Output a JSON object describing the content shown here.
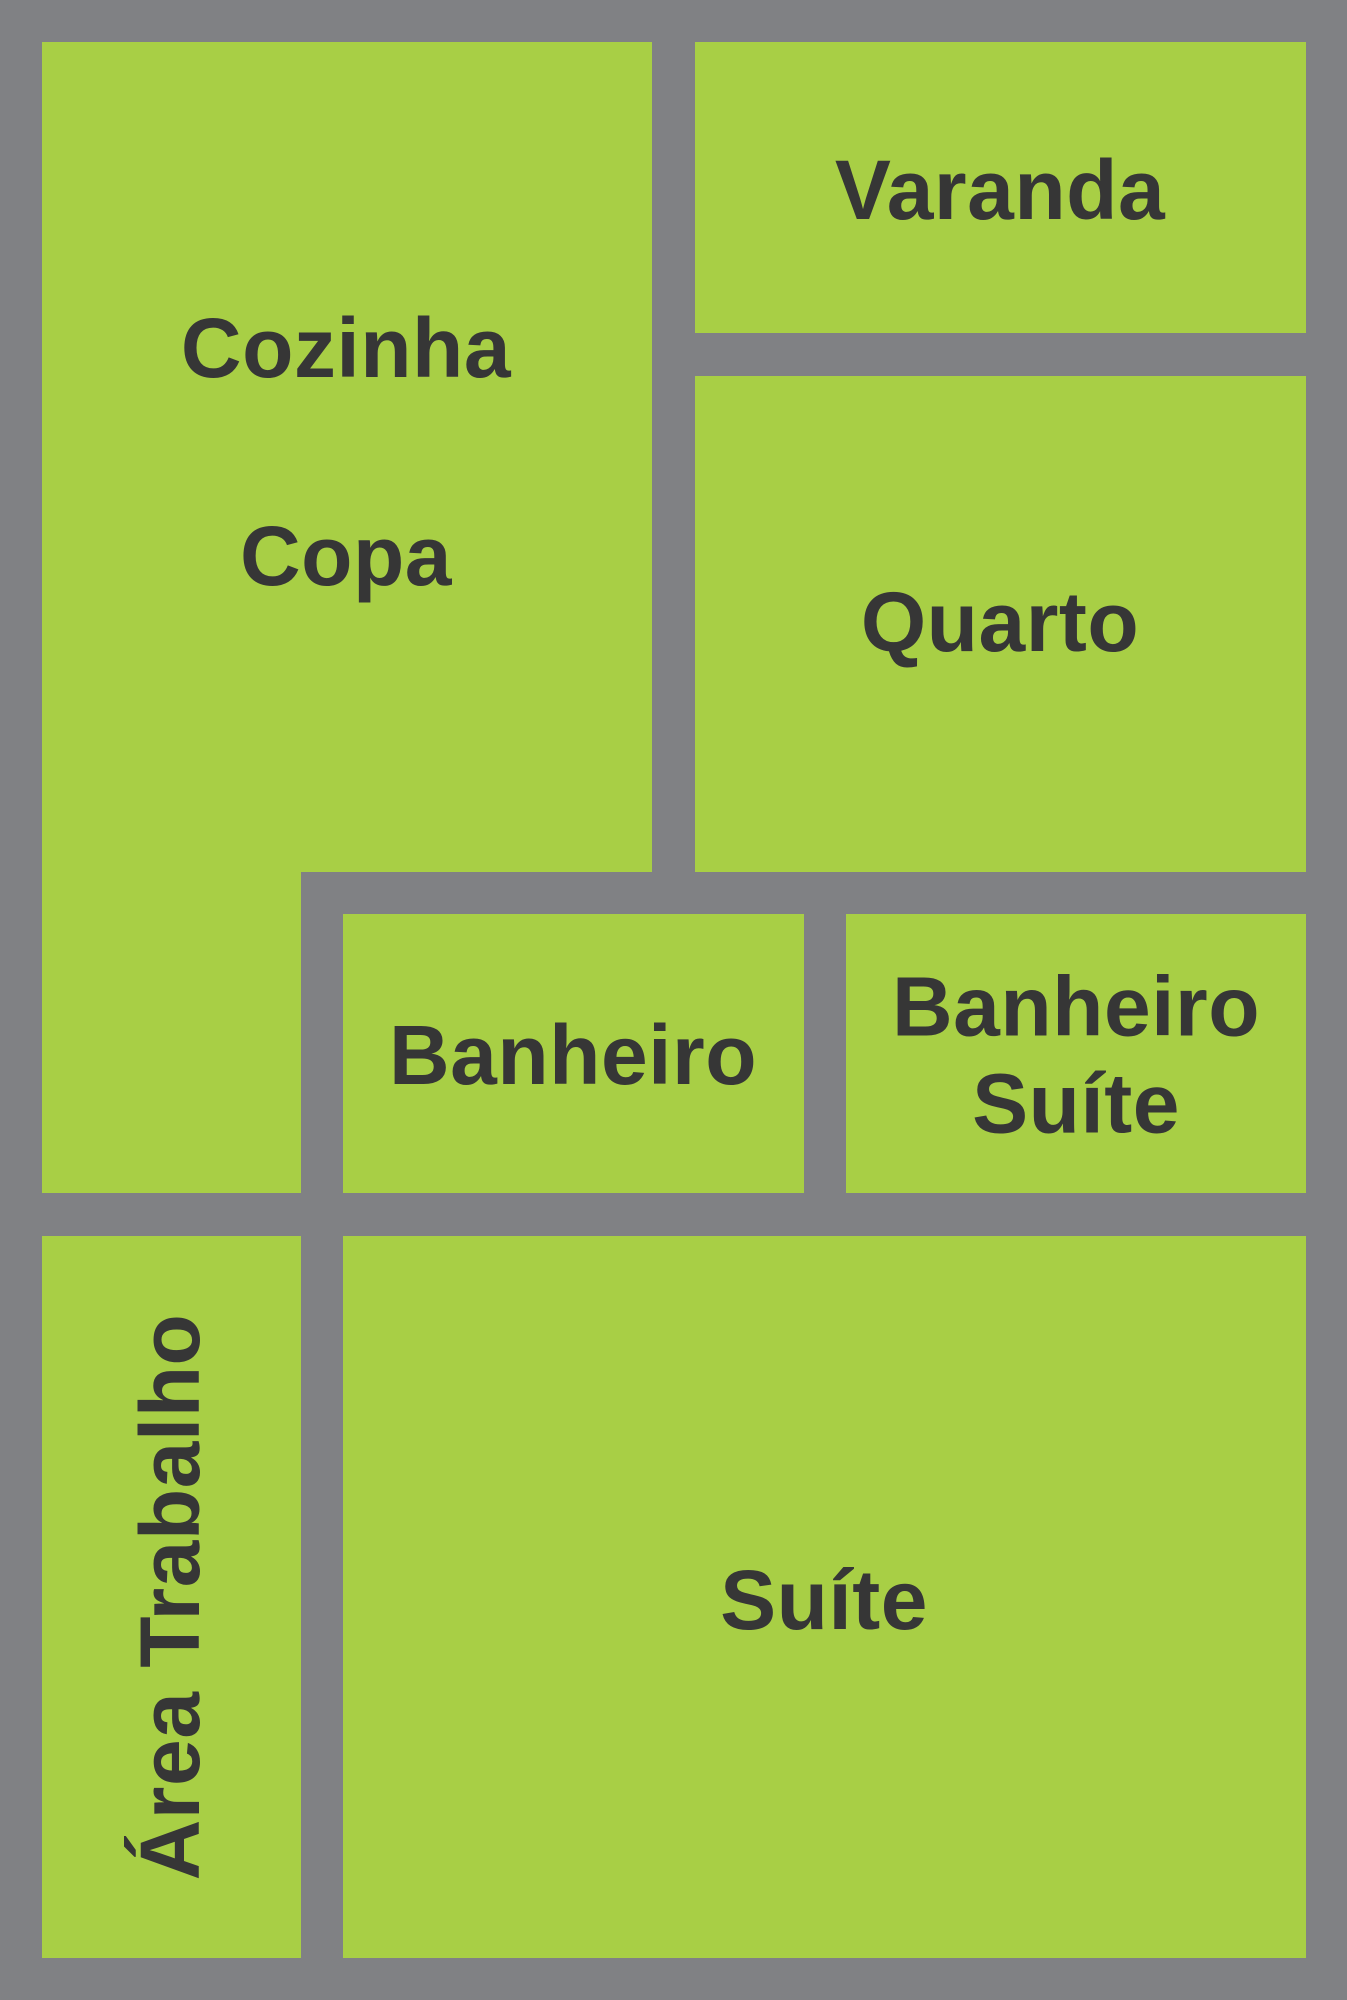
{
  "plan": {
    "colors": {
      "walls": "#808184",
      "rooms": "#a8cf45",
      "text": "#363636"
    },
    "rooms": {
      "cozinha": "Cozinha",
      "copa": "Copa",
      "varanda": "Varanda",
      "quarto": "Quarto",
      "banheiro": "Banheiro",
      "banheiro_suite_line1": "Banheiro",
      "banheiro_suite_line2": "Suíte",
      "suite": "Suíte",
      "area_trabalho": "Área Trabalho"
    }
  }
}
